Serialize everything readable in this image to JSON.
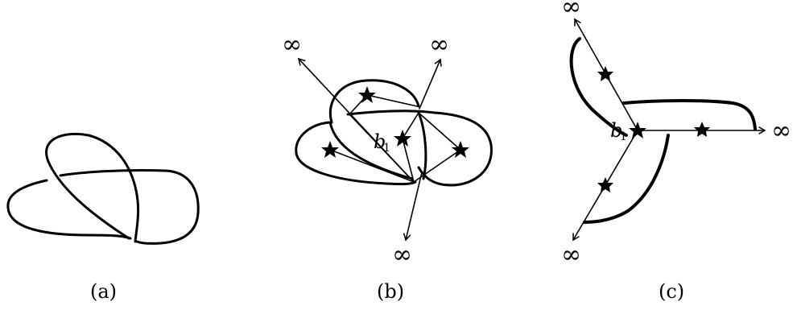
{
  "panels": [
    {
      "id": "a",
      "caption": "(a)"
    },
    {
      "id": "b",
      "caption": "(b)"
    },
    {
      "id": "c",
      "caption": "(c)"
    }
  ],
  "symbols": {
    "infinity": "∞",
    "basepoint_letter": "b",
    "basepoint_index": "1"
  },
  "icons": {
    "marker": "star-icon",
    "arrow": "arrowhead-icon"
  }
}
